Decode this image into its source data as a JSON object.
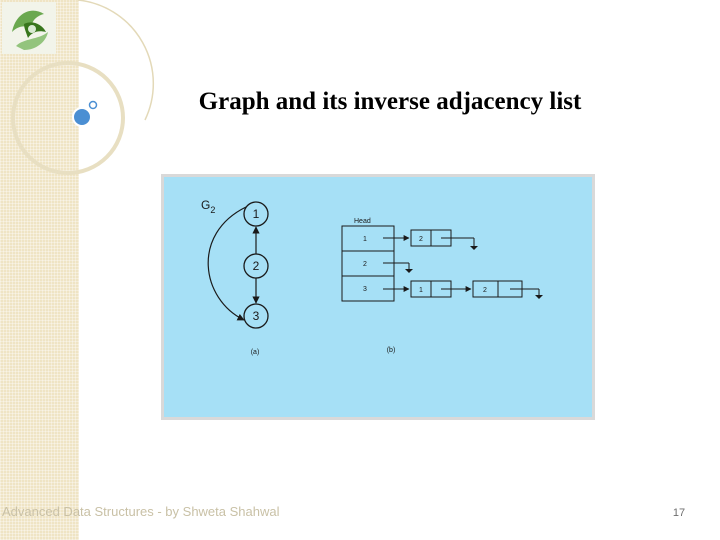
{
  "slide": {
    "title": "Graph and its inverse adjacency list",
    "footer": "Advanced Data Structures - by Shweta Shahwal",
    "page_number": "17"
  },
  "figure": {
    "colors": {
      "background": "#a6e0f6",
      "border": "#d9d9d9",
      "ink": "#1a1a1a"
    },
    "graph_label": {
      "letter": "G",
      "subscript": "2"
    },
    "graph_nodes": [
      "1",
      "2",
      "3"
    ],
    "head_label": "Head",
    "head_cells": [
      "1",
      "2",
      "3"
    ],
    "list_row1": [
      "2"
    ],
    "list_row3": [
      "1",
      "2"
    ],
    "caption_a": "(a)",
    "caption_b": "(b)"
  }
}
